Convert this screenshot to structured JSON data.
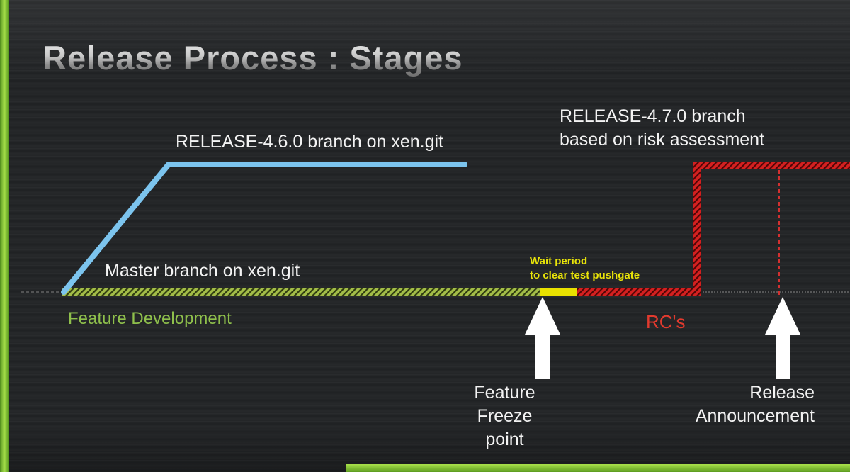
{
  "title": "Release Process : Stages",
  "diagram": {
    "blue_branch_label": "RELEASE-4.6.0 branch on xen.git",
    "red_branch_label": {
      "line1": "RELEASE-4.7.0 branch",
      "line2": "based on risk assessment"
    },
    "master_branch_label": "Master branch on xen.git",
    "feature_development_label": "Feature Development",
    "wait_period_label": {
      "line1": "Wait period",
      "line2": "to clear test pushgate"
    },
    "rc_label": "RC's",
    "feature_freeze_label": {
      "line1": "Feature",
      "line2": "Freeze",
      "line3": "point"
    },
    "release_announcement_label": {
      "line1": "Release",
      "line2": "Announcement"
    }
  },
  "colors": {
    "accent_green": "#7fbf2f",
    "branch_blue": "#7cc4ee",
    "master_hatch_green": "#a3bd48",
    "wait_yellow": "#e9e100",
    "rc_hatch_red": "#d42020",
    "label_green": "#8fc04c",
    "label_yellow": "#e9e409",
    "label_red": "#e23a2e",
    "label_white": "#f3f3f3"
  }
}
